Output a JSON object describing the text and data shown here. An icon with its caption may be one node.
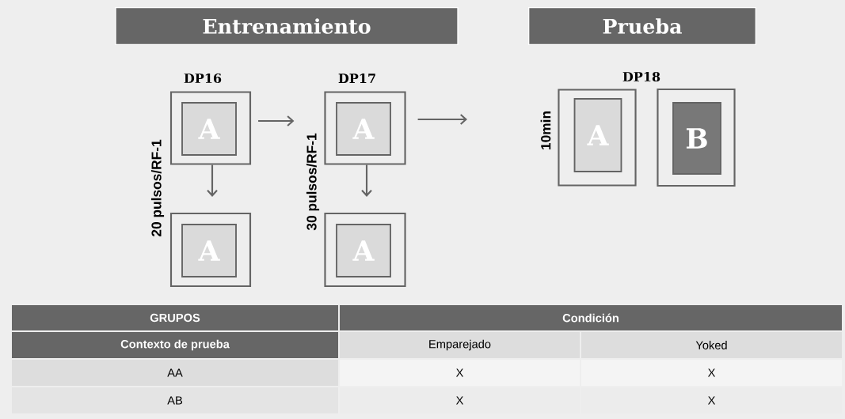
{
  "diagram": {
    "nodes": [
      {
        "text": [
          "Entrenamiento"
        ]
      },
      {
        "text": [
          "Prueba"
        ]
      },
      {
        "text": [
          "DP16"
        ]
      },
      {
        "text": [
          "A"
        ],
        "in": 2
      },
      {
        "text": [
          "DP17"
        ]
      },
      {
        "text": [
          "A"
        ],
        "in": 4
      },
      {
        "text": [],
        "shape": "box"
      },
      {
        "text": [
          "A"
        ],
        "in": 6
      },
      {
        "text": [],
        "shape": "box"
      },
      {
        "text": [
          "A"
        ],
        "in": 8
      },
      {
        "text": [],
        "shape": "box"
      },
      {
        "text": [
          "A"
        ],
        "in": 10
      },
      {
        "text": [],
        "shape": "box"
      },
      {
        "text": [
          "B"
        ],
        "in": 12
      }
    ],
    "edges": [
      {
        "from": 2,
        "to": 4,
        "arrow": "to"
      },
      {
        "from": 4,
        "to": null,
        "arrow": "to"
      },
      {
        "from": 2,
        "to": 6,
        "arrow": "to"
      },
      {
        "from": 4,
        "to": 8,
        "arrow": "to"
      }
    ],
    "labels": [
      "20 pulsos/RF-1",
      "30 pulsos/RF-1",
      "DP18",
      "10min",
      "GRUPOS",
      "Condición",
      "Contexto de prueba",
      "Emparejado",
      "Yoked",
      "AA",
      "X",
      "X",
      "AB",
      "X",
      "X"
    ]
  }
}
